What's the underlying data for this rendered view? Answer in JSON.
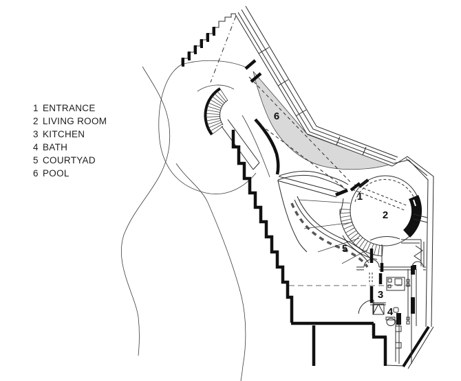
{
  "legend": {
    "items": [
      {
        "num": "1",
        "label": "ENTRANCE"
      },
      {
        "num": "2",
        "label": "LIVING ROOM"
      },
      {
        "num": "3",
        "label": "KITCHEN"
      },
      {
        "num": "4",
        "label": "BATH"
      },
      {
        "num": "5",
        "label": "COURTYAD"
      },
      {
        "num": "6",
        "label": "POOL"
      }
    ]
  },
  "plan": {
    "labels": [
      {
        "text": "1",
        "name": "entrance"
      },
      {
        "text": "2",
        "name": "living-room"
      },
      {
        "text": "3",
        "name": "kitchen"
      },
      {
        "text": "4",
        "name": "bath"
      },
      {
        "text": "5",
        "name": "courtyard"
      },
      {
        "text": "6",
        "name": "pool"
      }
    ]
  },
  "colors": {
    "ink": "#1e1e1e",
    "pool_fill": "#d9d9d9",
    "dash_gray": "#999999"
  }
}
